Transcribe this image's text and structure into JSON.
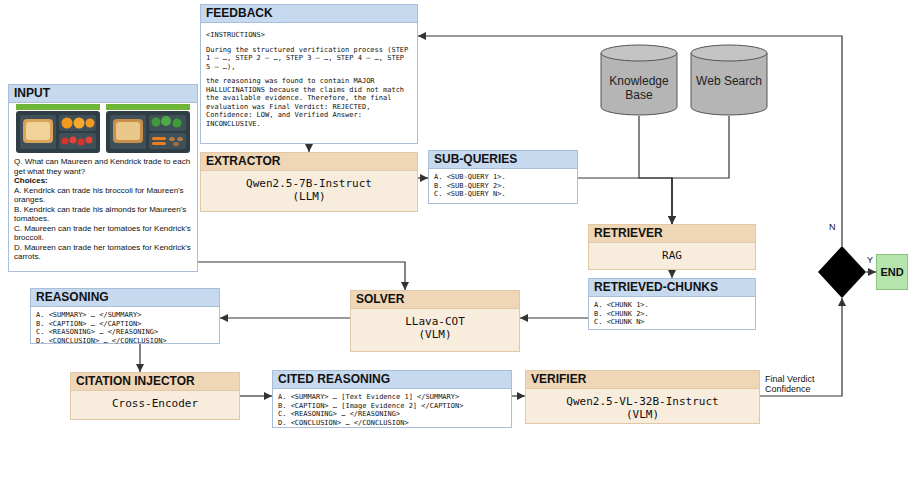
{
  "diagram": {
    "nodes": [
      {
        "text": [
          "INPUT",
          "Q. What can Maureen and Kendrick trade to each get what they want?",
          "Choices:",
          "A. Kendrick can trade his broccoli for Maureen's oranges.",
          "B. Kendrick can trade his almonds for Maureen's tomatoes.",
          "C. Maureen can trade her tomatoes for Kendrick's broccoli.",
          "D. Maureen can trade her tomatoes for Kendrick's carrots."
        ]
      },
      {
        "text": [
          "FEEDBACK",
          "<INSTRUCTIONS>",
          "During the structured verification process (STEP 1 – …, STEP 2 – …, STEP 3 – …, STEP 4 – …, STEP 5 – …),",
          "the reasoning was found to contain MAJOR HALLUCINATIONS because the claims did not match the available evidence. Therefore, the final evaluation was Final Verdict: REJECTED, Confidence: LOW, and Verified Answer: INCONCLUSIVE."
        ]
      },
      {
        "text": [
          "EXTRACTOR",
          "Qwen2.5-7B-Instruct (LLM)"
        ]
      },
      {
        "text": [
          "SUB-QUERIES",
          "A. <SUB-QUERY 1>.",
          "B. <SUB-QUERY 2>.",
          "C. <SUB-QUERY N>."
        ]
      },
      {
        "text": [
          "Knowledge Base"
        ]
      },
      {
        "text": [
          "Web Search"
        ]
      },
      {
        "text": [
          "RETRIEVER",
          "RAG"
        ]
      },
      {
        "text": [
          "RETRIEVED-CHUNKS",
          "A. <CHUNK 1>.",
          "B. <CHUNK 2>.",
          "C. <CHUNK N>"
        ]
      },
      {
        "text": [
          "SOLVER",
          "LLava-COT (VLM)"
        ]
      },
      {
        "text": [
          "REASONING",
          "A. <SUMMARY> … </SUMMARY>",
          "B. <CAPTION> … </CAPTION>",
          "C. <REASONING> … </REASONING>",
          "D. <CONCLUSION> … </CONCLUSION>"
        ]
      },
      {
        "text": [
          "CITATION INJECTOR",
          "Cross-Encoder"
        ]
      },
      {
        "text": [
          "CITED REASONING",
          "A. <SUMMARY> … [Text Evidence 1] </SUMMARY>",
          "B. <CAPTION> … [Image Evidence 2] </CAPTION>",
          "C. <REASONING> … </REASONING>",
          "D. <CONCLUSION> … </CONCLUSION>"
        ]
      },
      {
        "text": [
          "VERIFIER",
          "Qwen2.5-VL-32B-Instruct (VLM)"
        ]
      },
      {
        "text": []
      },
      {
        "text": [
          "END"
        ]
      }
    ],
    "edges": [
      {
        "from": 1,
        "to": 2,
        "arrow": "to"
      },
      {
        "from": 2,
        "to": 3,
        "arrow": "to"
      },
      {
        "from": 3,
        "to": 6,
        "arrow": "to"
      },
      {
        "from": 4,
        "to": 6,
        "arrow": "to"
      },
      {
        "from": 5,
        "to": 6,
        "arrow": "to"
      },
      {
        "from": 6,
        "to": 7,
        "arrow": "to"
      },
      {
        "from": 7,
        "to": 8,
        "arrow": "to"
      },
      {
        "from": 0,
        "to": 8,
        "arrow": "to"
      },
      {
        "from": 8,
        "to": 9,
        "arrow": "to"
      },
      {
        "from": 9,
        "to": 10,
        "arrow": "to"
      },
      {
        "from": 10,
        "to": 11,
        "arrow": "to"
      },
      {
        "from": 11,
        "to": 12,
        "arrow": "to"
      },
      {
        "from": 12,
        "to": 13,
        "label": "Final Verdict Confidence",
        "arrow": "to"
      },
      {
        "from": 13,
        "to": 14,
        "label": "Y",
        "arrow": "to"
      },
      {
        "from": 13,
        "to": 1,
        "label": "N",
        "arrow": "to"
      }
    ]
  }
}
